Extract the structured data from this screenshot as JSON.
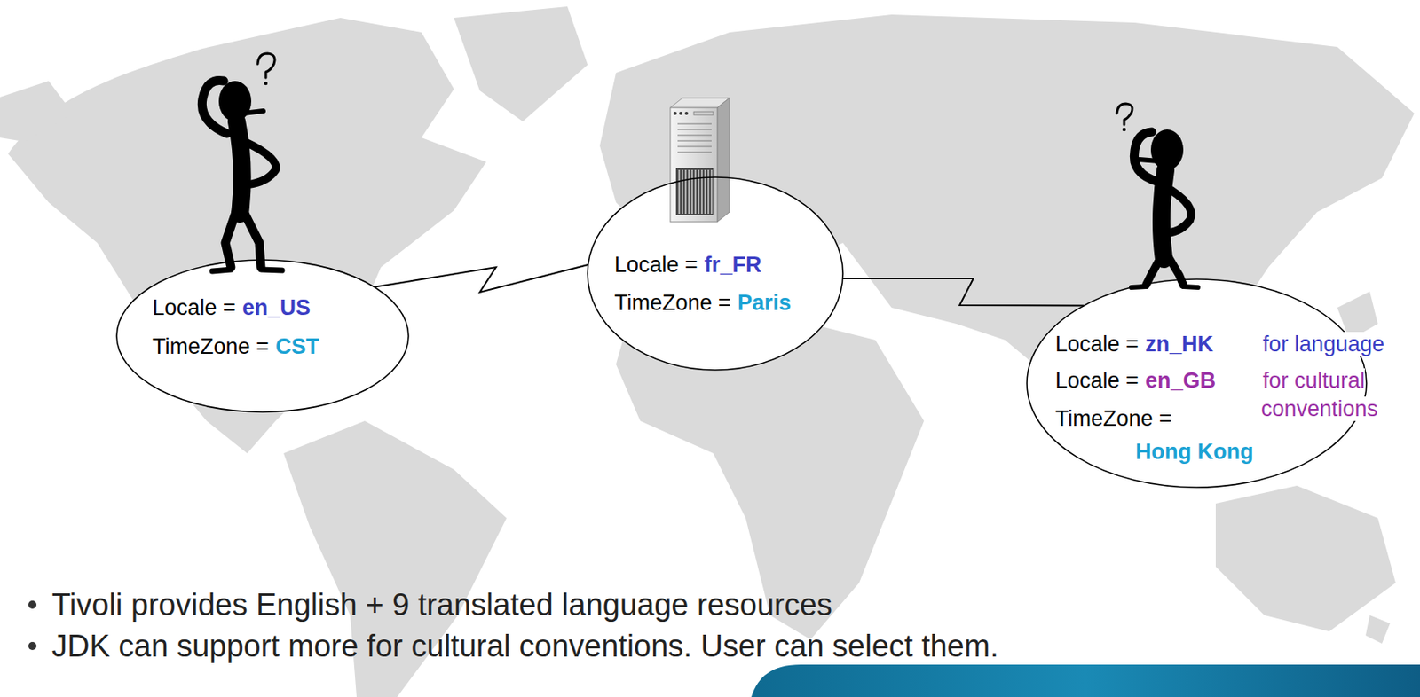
{
  "diagram": {
    "nodes": [
      {
        "text": [
          "Locale =",
          "en_US",
          "TimeZone =",
          "CST"
        ]
      },
      {
        "text": [
          "Locale =",
          "fr_FR",
          "TimeZone =",
          "Paris"
        ]
      },
      {
        "text": [
          "Locale =",
          "zn_HK",
          "for language",
          "Locale =",
          "en_GB",
          "for cultural conventions",
          "TimeZone =",
          "Hong Kong"
        ]
      }
    ],
    "edges": [
      {
        "from": 0,
        "to": 1,
        "arrow": "none"
      },
      {
        "from": 1,
        "to": 2,
        "arrow": "none"
      }
    ],
    "labels": [
      "Tivoli provides English + 9 translated language resources",
      "JDK can support more for cultural conventions. User can select them."
    ]
  }
}
